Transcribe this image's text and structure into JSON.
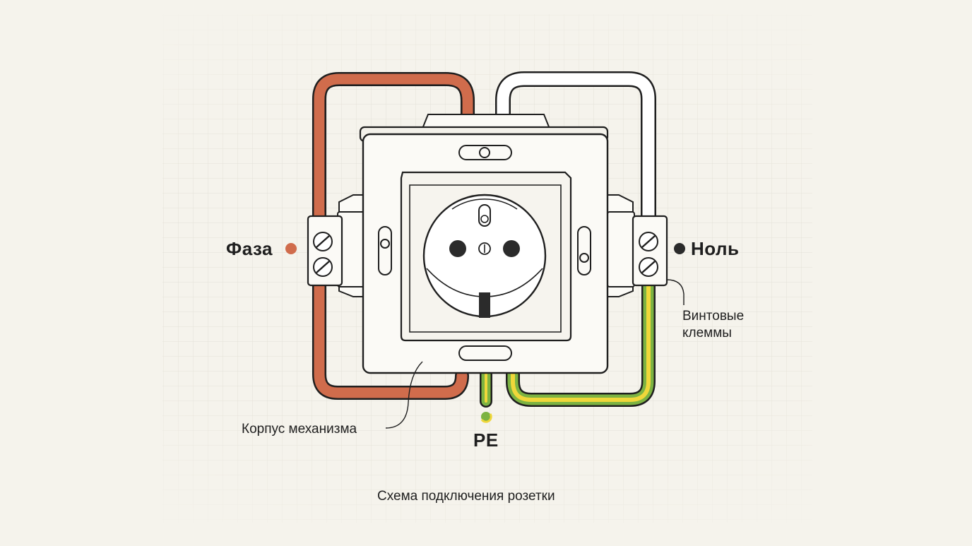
{
  "labels": {
    "phase": "Фаза",
    "neutral": "Ноль",
    "screw_terminals_line1": "Винтовые",
    "screw_terminals_line2": "клеммы",
    "mechanism_body": "Корпус механизма",
    "pe": "PE",
    "caption": "Схема подключения розетки"
  },
  "colors": {
    "background": "#f5f3ec",
    "grid": "#e3e0d6",
    "outline": "#1f1f1f",
    "phase_wire": "#d06c4c",
    "neutral_wire": "#ffffff",
    "pe_green": "#7cb342",
    "pe_yellow": "#f0d73a",
    "body": "#fbfaf6",
    "neutral_dot": "#2b2b2b"
  }
}
